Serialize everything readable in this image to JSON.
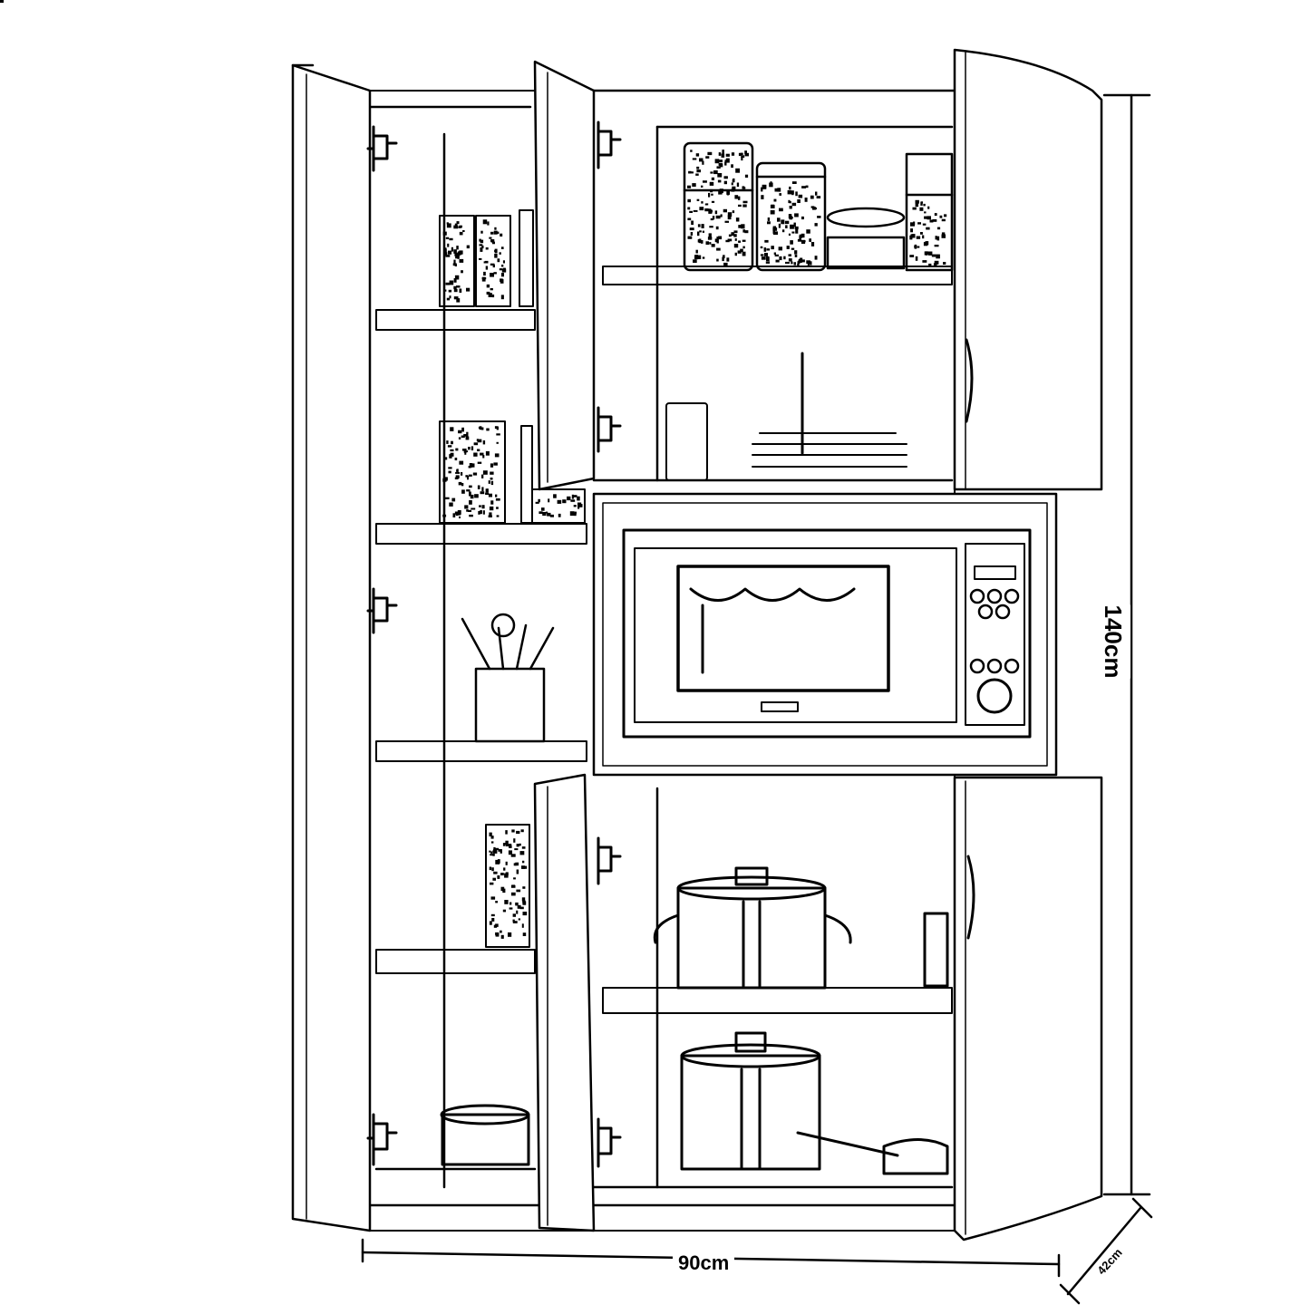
{
  "dimensions": {
    "width": "90cm",
    "height": "140cm",
    "depth": "42cm"
  },
  "colors": {
    "line": "#000000",
    "background": "#ffffff",
    "shade": "#c8c8c8"
  },
  "icons": {
    "cabinet": "kitchen-pantry-cabinet-icon",
    "microwave": "microwave-oven-icon",
    "jars": "storage-jar-icon",
    "pots": "cooking-pot-icon",
    "utensils": "utensil-holder-icon"
  }
}
